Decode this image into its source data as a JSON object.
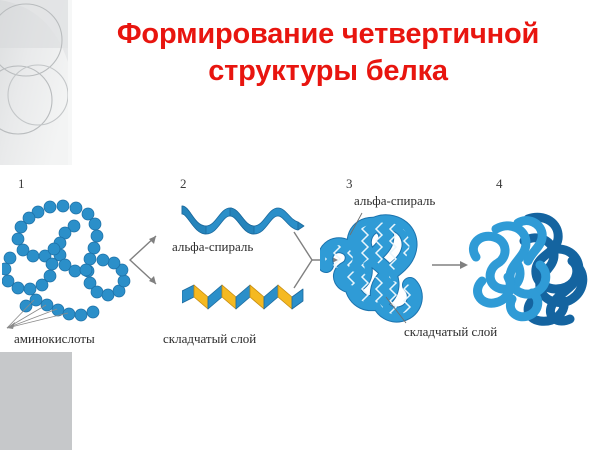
{
  "slide": {
    "title_line1": "Формирование четвертичной",
    "title_line2": "структуры белка",
    "title_color": "#e8150f",
    "background_color": "#ffffff"
  },
  "stages": [
    {
      "number": "1",
      "name": "primary-structure",
      "caption": "аминокислоты",
      "description": "Цепочка голубых шариков — аминокислоты"
    },
    {
      "number": "2",
      "name": "secondary-structure",
      "caption_top": "альфа-спираль",
      "caption_bottom": "складчатый слой",
      "description": "Альфа-спираль (лента) и складчатый слой (зигзаг)"
    },
    {
      "number": "3",
      "name": "tertiary-structure",
      "caption_top": "альфа-спираль",
      "caption_bottom": "складчатый слой",
      "description": "Свёрнутая третичная структура белка"
    },
    {
      "number": "4",
      "name": "quaternary-structure",
      "description": "Две переплетённые полипептидные цепи"
    }
  ],
  "arrows": [
    {
      "name": "arrow-split-1-to-2",
      "type": "fork-split"
    },
    {
      "name": "arrow-merge-2-to-3",
      "type": "fork-merge"
    },
    {
      "name": "arrow-3-to-4",
      "type": "straight"
    }
  ],
  "colors": {
    "protein_blue": "#2b8fc9",
    "protein_blue_dark": "#1f6fa8",
    "sheet_yellow": "#f5b921",
    "bead_blue": "#2b8fc9",
    "chain_light": "#2f9bd6",
    "chain_dark": "#1464a0",
    "arrow_gray": "#7b7b7b",
    "deco_gray": "#c6c8ca",
    "title_red": "#e8150f"
  }
}
